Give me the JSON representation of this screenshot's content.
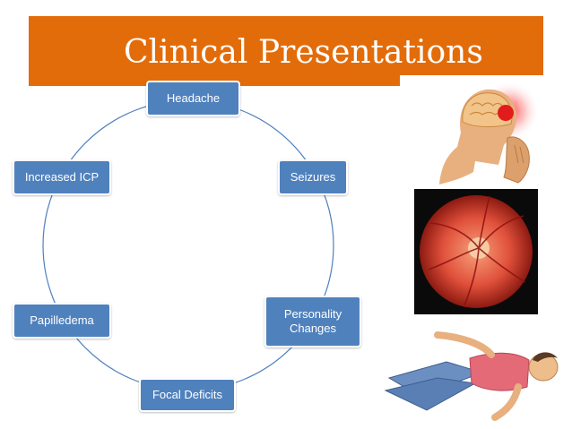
{
  "slide": {
    "title": "Clinical Presentations"
  },
  "cycle": {
    "nodes": [
      {
        "label": "Headache"
      },
      {
        "label": "Seizures"
      },
      {
        "label": "Personality\nChanges"
      },
      {
        "label": "Focal Deficits"
      },
      {
        "label": "Papilledema"
      },
      {
        "label": "Increased ICP"
      }
    ]
  },
  "colors": {
    "title_bar": "#e36c0a",
    "node_fill": "#4f81bd",
    "cycle_line": "#4f81bd"
  },
  "images": [
    {
      "icon": "headache-illustration"
    },
    {
      "icon": "papilledema-fundus-photo"
    },
    {
      "icon": "unconscious-person-illustration"
    }
  ]
}
